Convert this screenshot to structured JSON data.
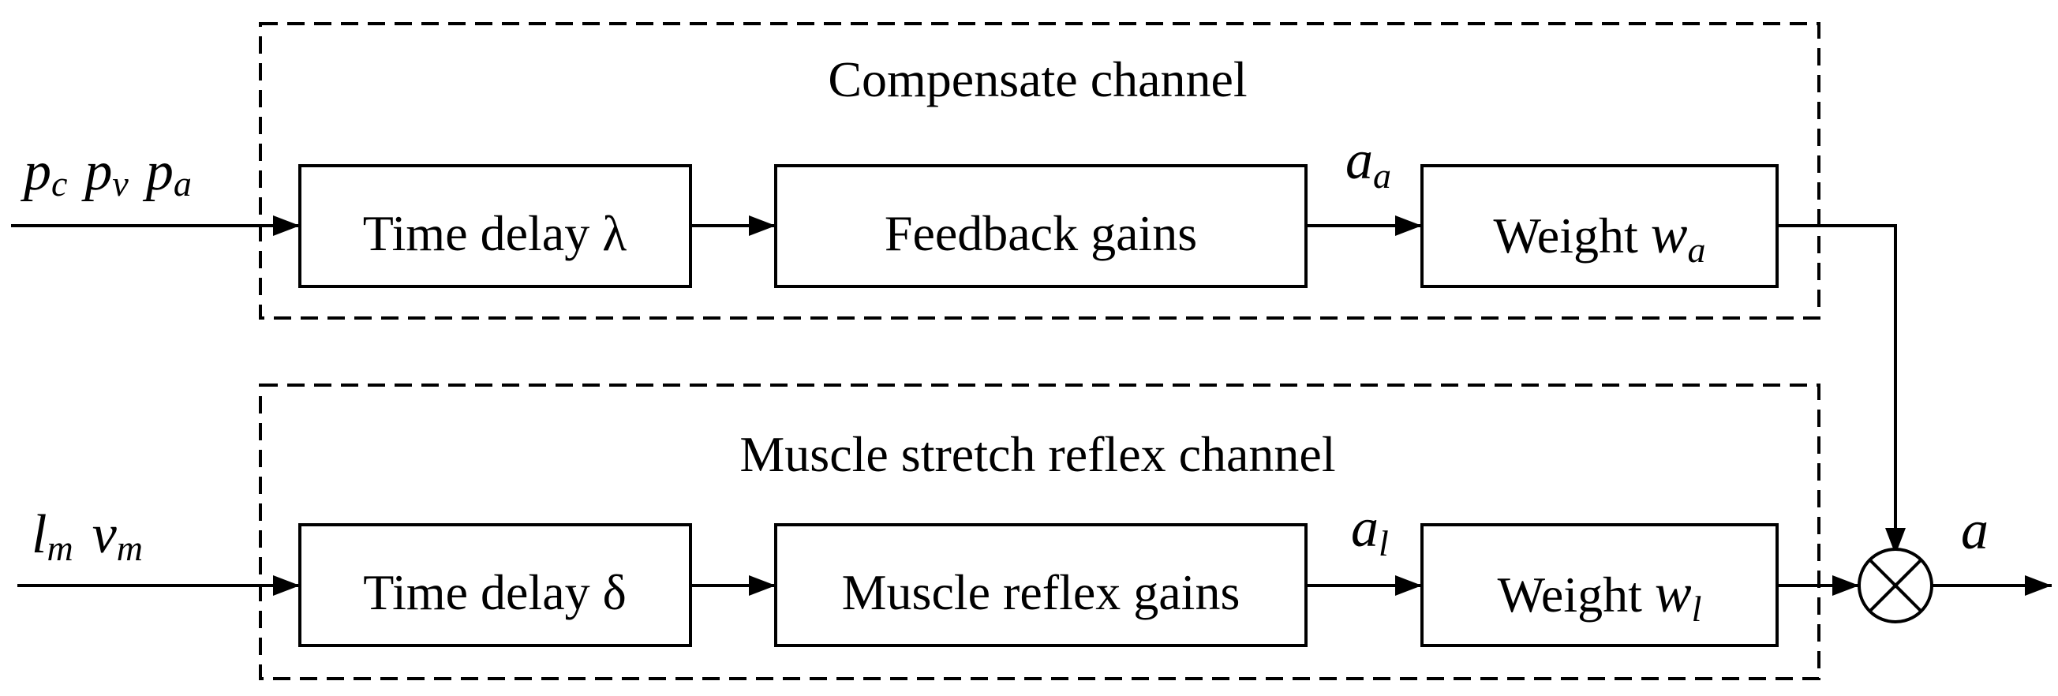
{
  "channels": {
    "compensate": {
      "title": "Compensate channel"
    },
    "reflex": {
      "title": "Muscle stretch reflex channel"
    }
  },
  "blocks": {
    "time_delay_lambda": "Time delay λ",
    "feedback_gains": "Feedback gains",
    "weight_a_prefix": "Weight ",
    "weight_a_var": "w",
    "weight_a_sub": "a",
    "time_delay_delta": "Time delay δ",
    "muscle_reflex_gains": "Muscle reflex gains",
    "weight_l_prefix": "Weight ",
    "weight_l_var": "w",
    "weight_l_sub": "l"
  },
  "inputs": {
    "compensate": {
      "p1": "p",
      "p1_sub": "c",
      "p2": "p",
      "p2_sub": "v",
      "p3": "p",
      "p3_sub": "a"
    },
    "reflex": {
      "l": "l",
      "l_sub": "m",
      "v": "v",
      "v_sub": "m"
    }
  },
  "signals": {
    "aa": "a",
    "aa_sub": "a",
    "al": "a",
    "al_sub": "l",
    "output": "a"
  },
  "icons": {
    "summer": "multiply-circle-icon"
  }
}
